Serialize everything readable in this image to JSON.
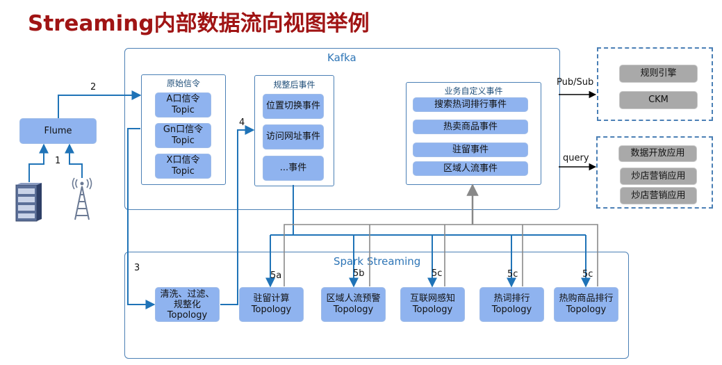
{
  "title": "Streaming内部数据流向视图举例",
  "kafka": {
    "label": "Kafka",
    "raw_group": {
      "label": "原始信令",
      "items": [
        "A口信令\nTopic",
        "Gn口信令\nTopic",
        "X口信令\nTopic"
      ]
    },
    "norm_group": {
      "label": "规整后事件",
      "items": [
        "位置切换事件",
        "访问网址事件",
        "...事件"
      ]
    },
    "custom_group": {
      "label": "业务自定义事件",
      "items": [
        "搜索热词排行事件",
        "热卖商品事件",
        "驻留事件",
        "区域人流事件"
      ]
    }
  },
  "flume": "Flume",
  "spark": {
    "label": "Spark Streaming",
    "topologies": [
      "清洗、过滤、\n规整化\nTopology",
      "驻留计算\nTopology",
      "区域人流预警\nTopology",
      "互联网感知\nTopology",
      "热词排行\nTopology",
      "热购商品排行\nTopology"
    ]
  },
  "pubsub": {
    "label": "Pub/Sub",
    "items": [
      "规则引擎",
      "CKM"
    ]
  },
  "query": {
    "label": "query",
    "items": [
      "数据开放应用",
      "炒店营销应用",
      "炒店营销应用"
    ]
  },
  "step_labels": {
    "s1": "1",
    "s2": "2",
    "s3": "3",
    "s4": "4",
    "s5a": "5a",
    "s5b": "5b",
    "s5c1": "5c",
    "s5c2": "5c",
    "s5c3": "5c"
  },
  "icons": {
    "server": "server-rack-icon",
    "tower": "signal-tower-icon"
  },
  "colors": {
    "title": "#a01414",
    "box": "#8fb3ef",
    "gray_box": "#a9a9a9",
    "line_blue": "#1f73b7",
    "line_gray": "#888888",
    "border": "#4a7fb5"
  }
}
